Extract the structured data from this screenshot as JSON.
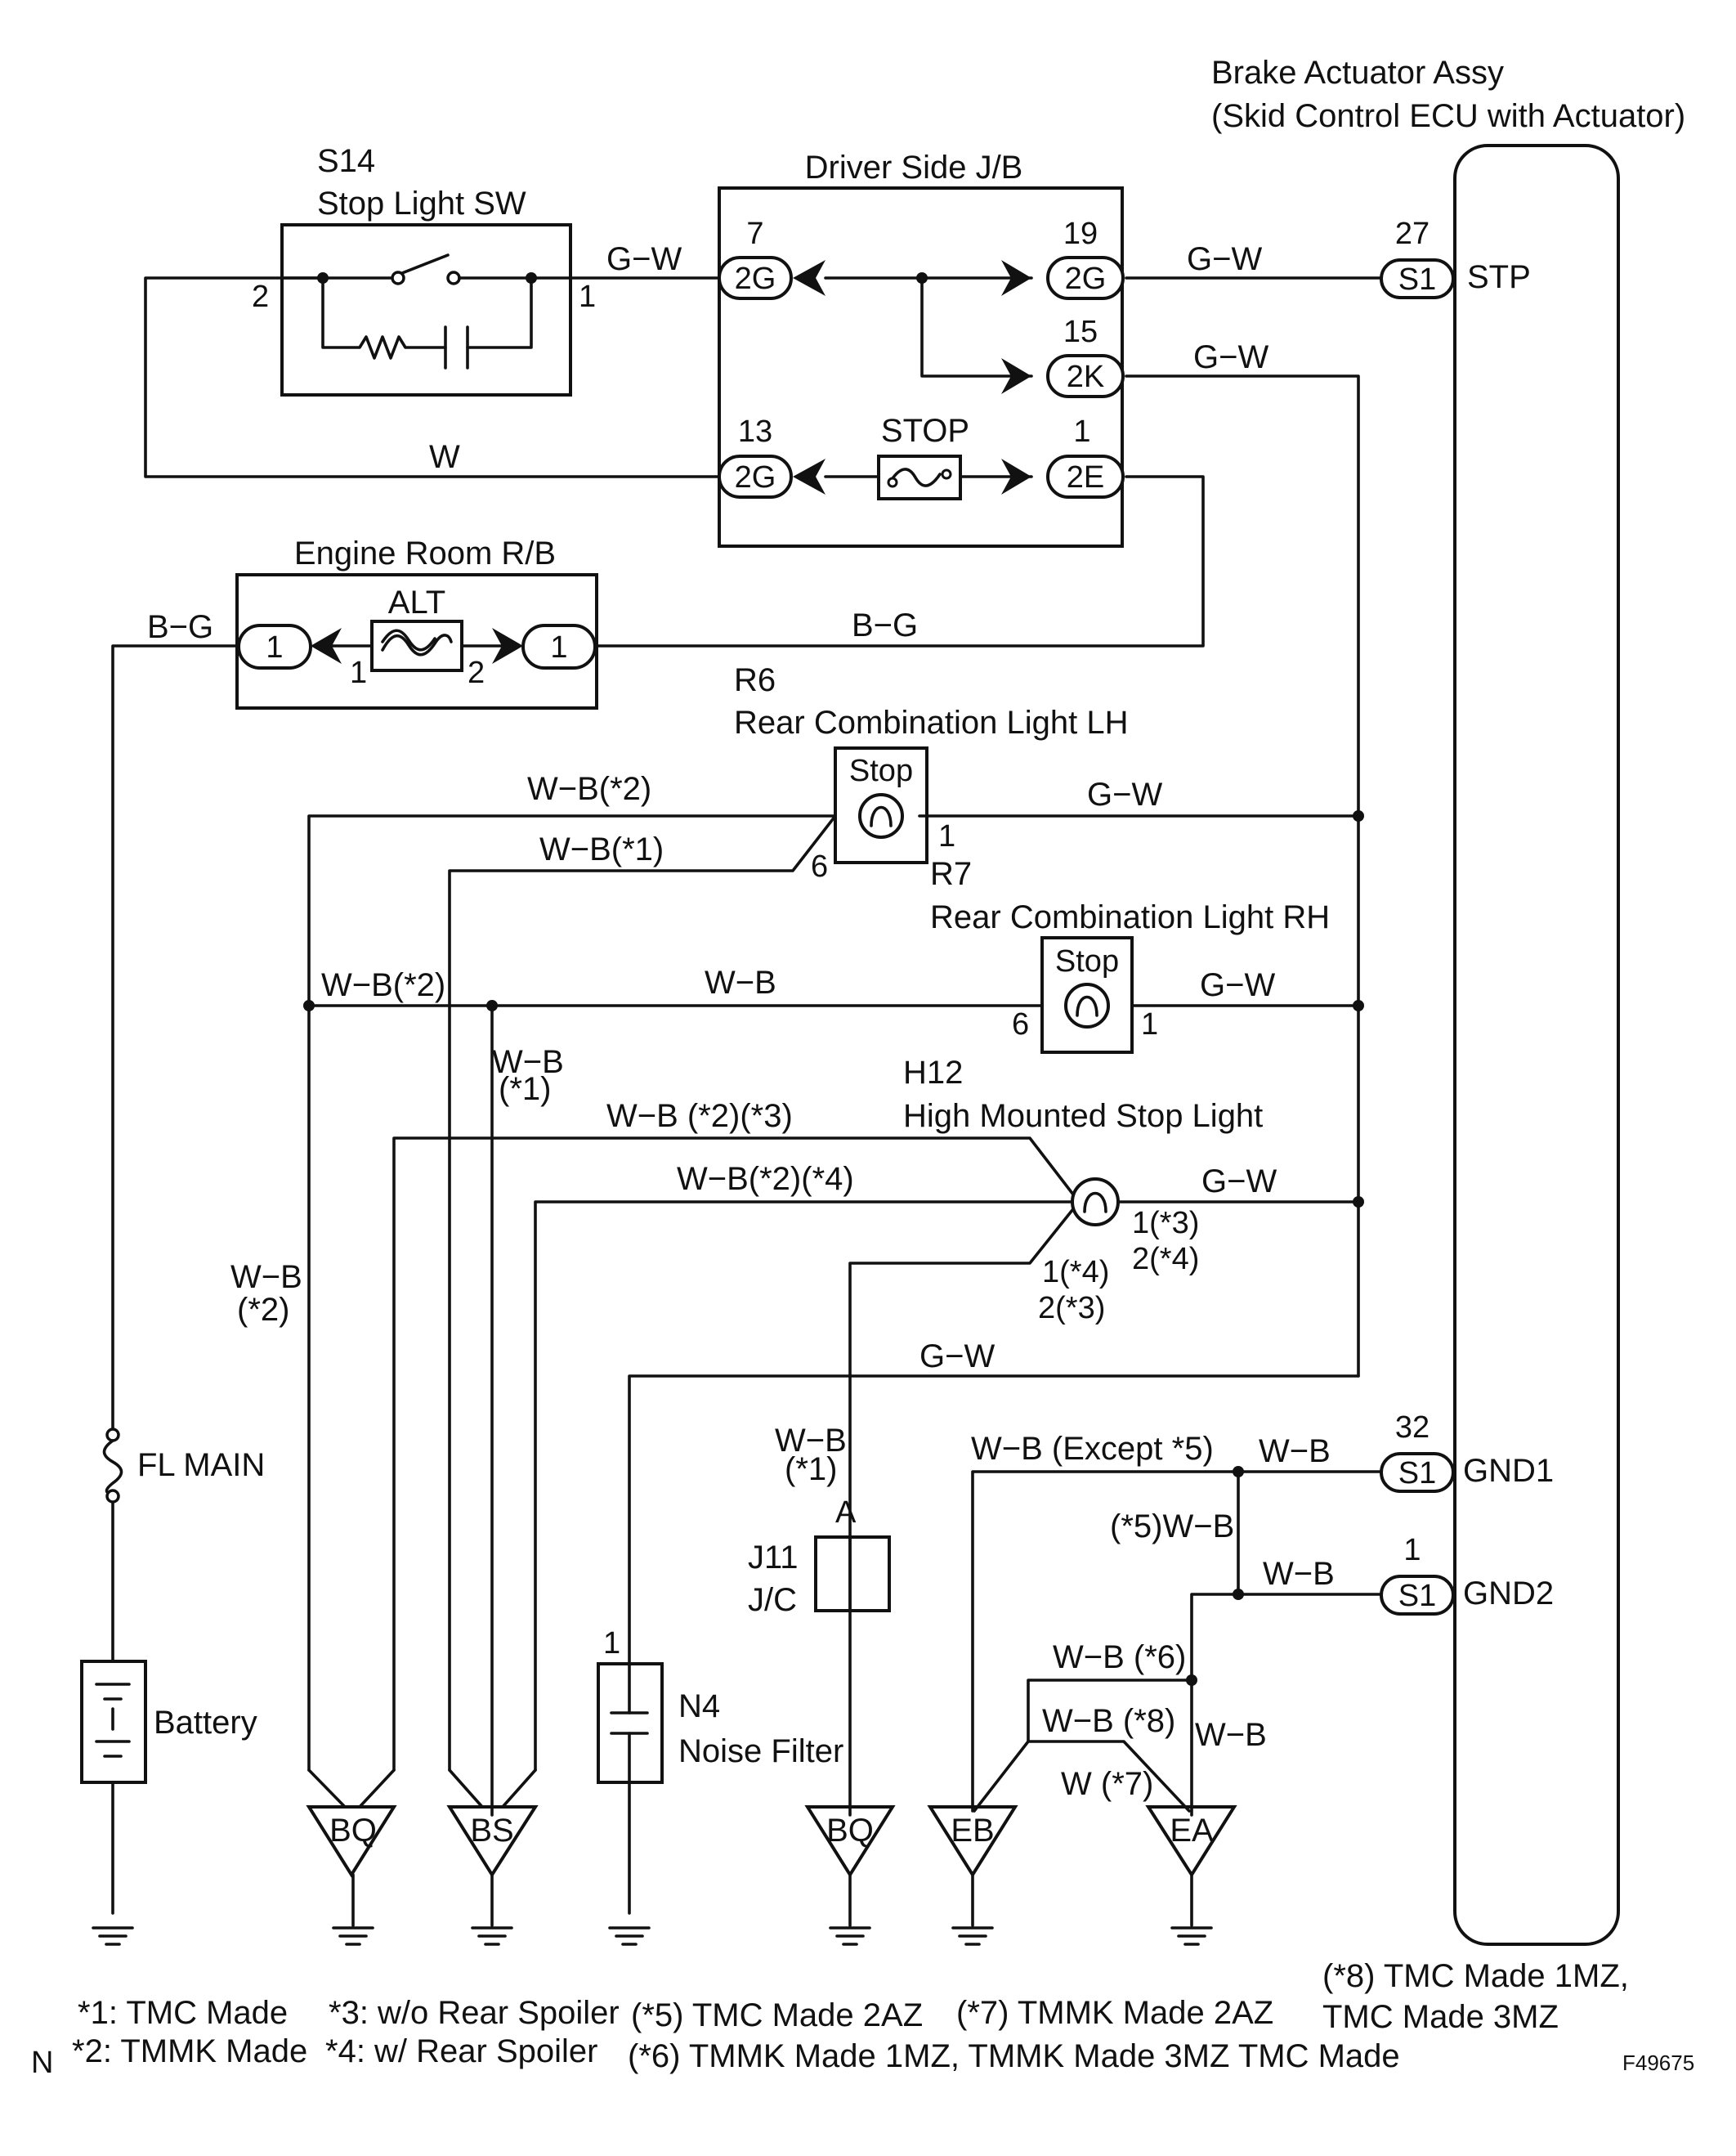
{
  "components": {
    "actuator": {
      "title1": "Brake Actuator Assy",
      "title2": "(Skid Control ECU with Actuator)"
    },
    "s14": {
      "code": "S14",
      "name": "Stop Light SW"
    },
    "jb": {
      "name": "Driver Side J/B",
      "fuse": "STOP"
    },
    "rb": {
      "name": "Engine Room R/B",
      "fuse": "ALT"
    },
    "r6": {
      "code": "R6",
      "name": "Rear Combination Light LH",
      "lamp": "Stop"
    },
    "r7": {
      "code": "R7",
      "name": "Rear Combination Light RH",
      "lamp": "Stop"
    },
    "h12": {
      "code": "H12",
      "name": "High Mounted Stop Light"
    },
    "j11": {
      "code": "J11",
      "name": "J/C",
      "pin": "A"
    },
    "n4": {
      "code": "N4",
      "name": "Noise Filter",
      "pin": "1"
    },
    "fl_main": "FL MAIN",
    "battery": "Battery"
  },
  "connectors": {
    "jb_7": {
      "pin": "7",
      "label": "2G"
    },
    "jb_19": {
      "pin": "19",
      "label": "2G"
    },
    "jb_15": {
      "pin": "15",
      "label": "2K"
    },
    "jb_13": {
      "pin": "13",
      "label": "2G"
    },
    "jb_1": {
      "pin": "1",
      "label": "2E"
    },
    "rb_left": {
      "label": "1"
    },
    "rb_right": {
      "label": "1"
    },
    "stp": {
      "pin": "27",
      "label": "S1",
      "signal": "STP"
    },
    "gnd1": {
      "pin": "32",
      "label": "S1",
      "signal": "GND1"
    },
    "gnd2": {
      "pin": "1",
      "label": "S1",
      "signal": "GND2"
    }
  },
  "pins": {
    "s14_left": "2",
    "s14_right": "1",
    "alt_left": "1",
    "alt_right": "2",
    "r6_1": "1",
    "r6_6": "6",
    "r7_6": "6",
    "r7_1": "1",
    "h12_a1": "1(*3)",
    "h12_a2": "2(*4)",
    "h12_b1": "1(*4)",
    "h12_b2": "2(*3)"
  },
  "wires": {
    "gw_s14_jb": "G−W",
    "gw_stp": "G−W",
    "gw_2k": "G−W",
    "w_return": "W",
    "bg_left": "B−G",
    "bg_right": "B−G",
    "wb2_r6": "W−B(*2)",
    "wb1_r6": "W−B(*1)",
    "gw_r6": "G−W",
    "wb2_r7": "W−B(*2)",
    "wb_r7": "W−B",
    "gw_r7": "G−W",
    "wb1_bs_1": "W−B",
    "wb1_bs_2": "(*1)",
    "wb23": "W−B (*2)(*3)",
    "wb24": "W−B(*2)(*4)",
    "gw_h12": "G−W",
    "wb2_v_1": "W−B",
    "wb2_v_2": "(*2)",
    "gw_n4": "G−W",
    "wb1_j11_1": "W−B",
    "wb1_j11_2": "(*1)",
    "wb_except5": "W−B (Except *5)",
    "wb_gnd1": "W−B",
    "wb5": "(*5)W−B",
    "wb_gnd2": "W−B",
    "wb6": "W−B (*6)",
    "wb8": "W−B (*8)",
    "wb_ea": "W−B",
    "w7": "W (*7)"
  },
  "grounds": [
    "BQ",
    "BS",
    "BQ",
    "EB",
    "EA"
  ],
  "notes": {
    "n1": "*1: TMC Made",
    "n2": "*2: TMMK Made",
    "n3": "*3: w/o Rear Spoiler",
    "n4": "*4: w/ Rear Spoiler",
    "n5": "(*5) TMC Made 2AZ",
    "n6": "(*6) TMMK Made 1MZ, TMMK Made 3MZ TMC Made",
    "n7": "(*7) TMMK Made 2AZ",
    "n8a": "(*8) TMC Made 1MZ,",
    "n8b": "TMC Made 3MZ"
  },
  "corner_mark": "N",
  "figure_code": "F49675"
}
